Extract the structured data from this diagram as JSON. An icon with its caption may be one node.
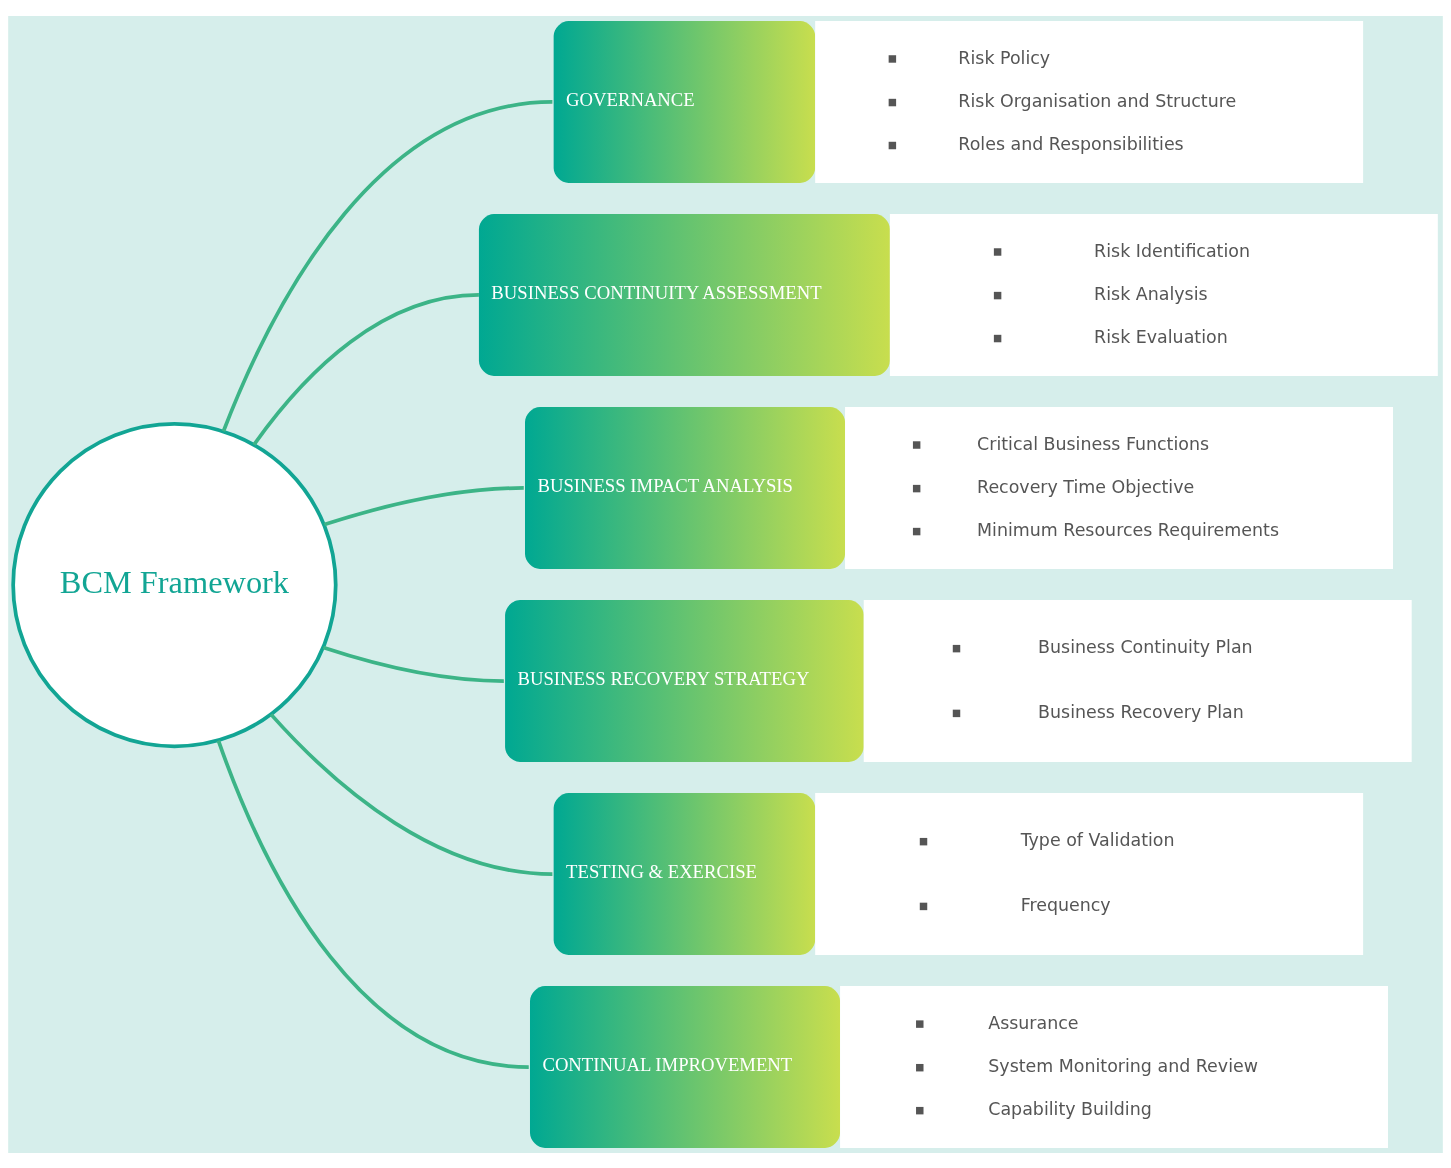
{
  "diagram": {
    "nodes": [
      {
        "text": [
          "BCM Framework"
        ]
      },
      {
        "text": [
          "GOVERNANCE",
          "Risk Policy",
          "Risk Organisation and Structure",
          "Roles and Responsibilities"
        ]
      },
      {
        "text": [
          "BUSINESS CONTINUITY ASSESSMENT",
          "Risk Identification",
          "Risk Analysis",
          "Risk Evaluation"
        ]
      },
      {
        "text": [
          "BUSINESS IMPACT ANALYSIS",
          "Critical Business Functions",
          "Recovery Time Objective",
          "Minimum Resources Requirements"
        ]
      },
      {
        "text": [
          "BUSINESS RECOVERY STRATEGY",
          "Business Continuity Plan",
          "Business Recovery Plan"
        ]
      },
      {
        "text": [
          "TESTING & EXERCISE",
          "Type of Validation",
          "Frequency"
        ]
      },
      {
        "text": [
          "CONTINUAL IMPROVEMENT",
          "Assurance",
          "System Monitoring and Review",
          "Capability Building"
        ]
      }
    ],
    "edges": [
      {
        "from": 0,
        "to": 1,
        "arrow": "none"
      },
      {
        "from": 0,
        "to": 2,
        "arrow": "none"
      },
      {
        "from": 0,
        "to": 3,
        "arrow": "none"
      },
      {
        "from": 0,
        "to": 4,
        "arrow": "none"
      },
      {
        "from": 0,
        "to": 5,
        "arrow": "none"
      },
      {
        "from": 0,
        "to": 6,
        "arrow": "none"
      }
    ]
  }
}
